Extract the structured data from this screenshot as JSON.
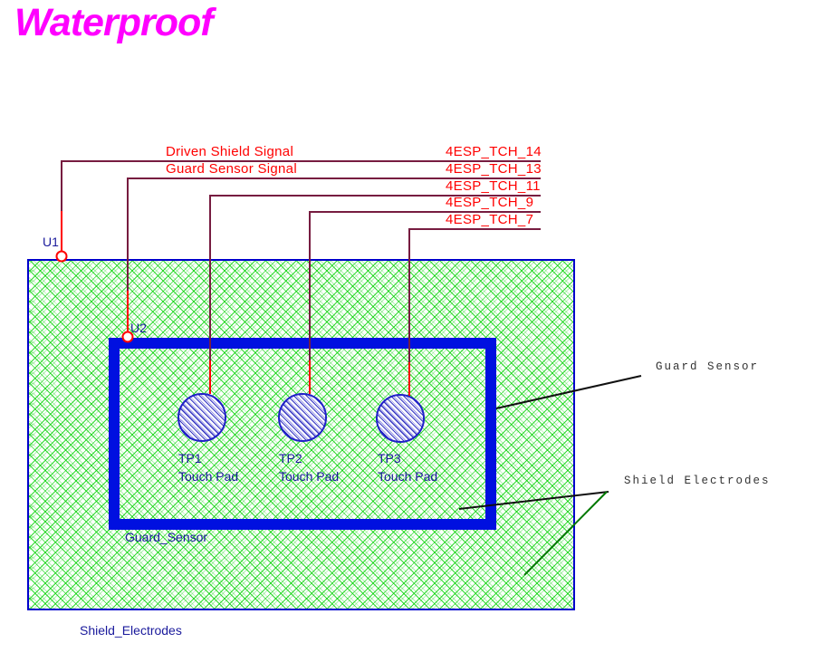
{
  "title": "Waterproof",
  "colors": {
    "title": "#ff00ff",
    "net_text": "#ff0000",
    "wire": "#771c40",
    "pin": "#ff0000",
    "label_blue": "#1a1a9c",
    "shield_border": "#0000cc",
    "guard_border": "#0010e0",
    "hatch_green": "#00d200",
    "pad_hatch_blue": "#2a2ac0",
    "annotation_text": "#333333",
    "annotation_line_black": "#111111",
    "annotation_line_green": "#007800"
  },
  "nets": {
    "driven_shield": {
      "left_label": "Driven Shield Signal",
      "right_label": "4ESP_TCH_14"
    },
    "guard_sensor": {
      "left_label": "Guard Sensor Signal",
      "right_label": "4ESP_TCH_13"
    },
    "tch_11": {
      "right_label": "4ESP_TCH_11"
    },
    "tch_9": {
      "right_label": "4ESP_TCH_9"
    },
    "tch_7": {
      "right_label": "4ESP_TCH_7"
    }
  },
  "components": {
    "u1": {
      "ref": "U1"
    },
    "u2": {
      "ref": "U2"
    },
    "tp1": {
      "ref": "TP1",
      "label": "Touch Pad"
    },
    "tp2": {
      "ref": "TP2",
      "label": "Touch Pad"
    },
    "tp3": {
      "ref": "TP3",
      "label": "Touch Pad"
    }
  },
  "regions": {
    "guard_sensor_name": "Guard_Sensor",
    "shield_electrodes_name": "Shield_Electrodes"
  },
  "annotations": {
    "guard_sensor": "Guard Sensor",
    "shield_electrodes": "Shield Electrodes"
  }
}
